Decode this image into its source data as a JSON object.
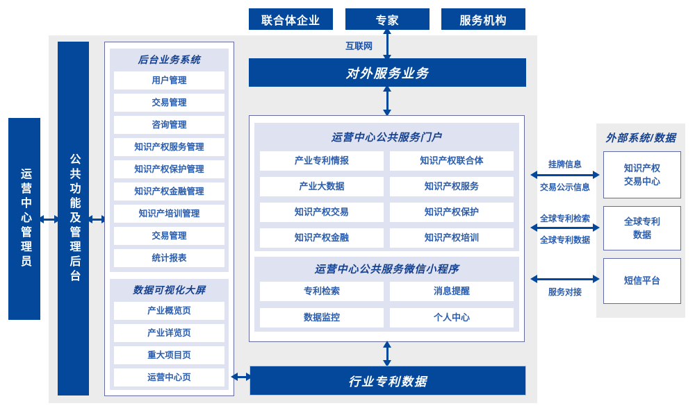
{
  "top_actors": {
    "consortium": "联合体企业",
    "experts": "专家",
    "service_orgs": "服务机构"
  },
  "internet_label": "互联网",
  "external_service_bar": "对外服务业务",
  "left_bars": {
    "admin": "运营中心管理员",
    "backend": "公共功能及管理后台"
  },
  "left_panel": {
    "backend_system": {
      "title": "后台业务系统",
      "items": [
        "用户管理",
        "交易管理",
        "咨询管理",
        "知识产权服务管理",
        "知识产权保护管理",
        "知识产权金融管理",
        "知识产培训管理",
        "交易管理",
        "统计报表"
      ]
    },
    "visualization": {
      "title": "数据可视化大屏",
      "items": [
        "产业概览页",
        "产业详览页",
        "重大项目页",
        "运营中心页"
      ]
    }
  },
  "center_panel": {
    "portal": {
      "title": "运营中心公共服务门户",
      "items": [
        "产业专利情报",
        "知识产权联合体",
        "产业大数据",
        "知识产权服务",
        "知识产权交易",
        "知识产权保护",
        "知识产权金融",
        "知识产权培训"
      ]
    },
    "miniapp": {
      "title": "运营中心公共服务微信小程序",
      "items": [
        "专利检索",
        "消息提醒",
        "数据监控",
        "个人中心"
      ]
    }
  },
  "industry_patent_bar": "行业专利数据",
  "external_panel": {
    "title": "外部系统/数据",
    "items": [
      "知识产权\n交易中心",
      "全球专利\n数据",
      "短信平台"
    ]
  },
  "connections": {
    "listing": {
      "top": "挂牌信息",
      "bottom": "交易公示信息"
    },
    "global_patent": {
      "top": "全球专利检索",
      "bottom": "全球专利数据"
    },
    "service_link": {
      "bottom": "服务对接"
    }
  },
  "colors": {
    "primary_blue": "#04489c",
    "header_text": "#16418f",
    "item_text": "#2b5dac",
    "section_bg": "#dfe2f0",
    "panel_border": "#666b9e",
    "canvas_gray": "#ececec"
  }
}
